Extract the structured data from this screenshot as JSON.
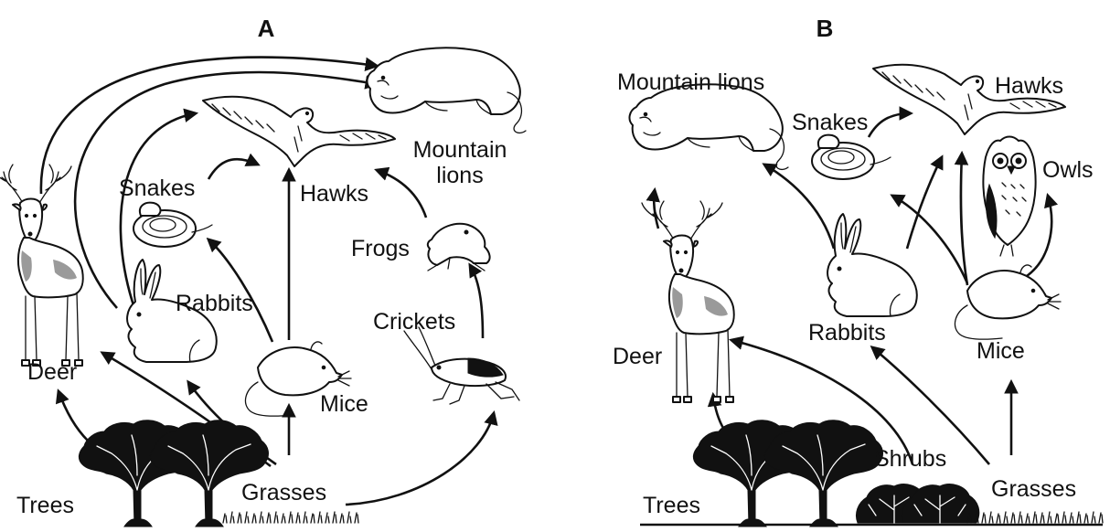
{
  "panels": [
    {
      "title": "A",
      "labels": {
        "mountain_lions": [
          "Mountain",
          "lions"
        ],
        "hawks": "Hawks",
        "snakes": "Snakes",
        "frogs": "Frogs",
        "rabbits": "Rabbits",
        "crickets": "Crickets",
        "deer": "Deer",
        "mice": "Mice",
        "trees": "Trees",
        "grasses": "Grasses"
      }
    },
    {
      "title": "B",
      "labels": {
        "mountain_lions": "Mountain lions",
        "hawks": "Hawks",
        "snakes": "Snakes",
        "owls": "Owls",
        "rabbits": "Rabbits",
        "mice": "Mice",
        "deer": "Deer",
        "shrubs": "Shrubs",
        "grasses": "Grasses",
        "trees": "Trees"
      }
    }
  ],
  "colors": {
    "ink": "#111111",
    "shade": "#9a9a9a",
    "background": "#ffffff"
  },
  "icons": [
    "mountain-lion-icon",
    "hawk-icon",
    "snake-icon",
    "frog-icon",
    "rabbit-icon",
    "cricket-icon",
    "deer-icon",
    "mouse-icon",
    "owl-icon",
    "tree-icon",
    "shrub-icon",
    "grass-icon"
  ]
}
